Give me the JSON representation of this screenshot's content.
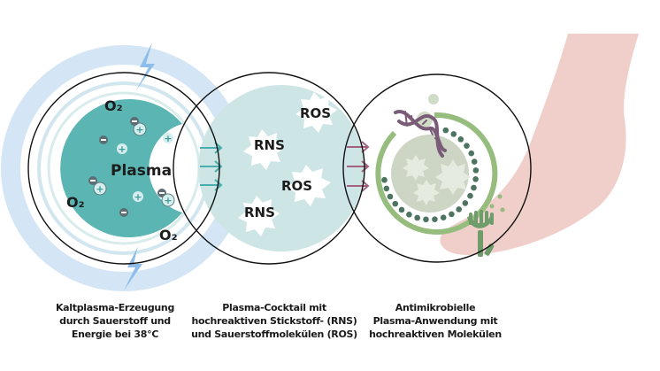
{
  "diagram": {
    "colors": {
      "outer_ring": "#d4e6f5",
      "plasma_fill": "#5bb5b3",
      "cocktail_fill": "#cde5e5",
      "teal_arrow": "#4aaeb0",
      "pink_arrow": "#a2627e",
      "bacterium_fill": "#cdd5c4",
      "bacterium_ring": "#97bd7e",
      "bacterium_dots": "#4d7361",
      "dna": "#7a5b78",
      "foot": "#f0cfca",
      "lightning": "#8fbde9"
    },
    "stage1": {
      "plasma_label": "Plasma",
      "oxygen_labels": [
        "O₂",
        "O₂",
        "O₂"
      ],
      "icons": [
        "lightning-bolt-icon",
        "ion-plus-icon",
        "ion-minus-icon"
      ]
    },
    "stage2": {
      "molecule_labels": [
        "ROS",
        "RNS",
        "ROS",
        "RNS"
      ]
    },
    "stage3": {
      "icons": [
        "bacterium-icon",
        "dna-icon",
        "fungus-icon",
        "foot-illustration"
      ]
    },
    "captions": [
      {
        "lines": [
          "Kaltplasma-Erzeugung",
          "durch Sauerstoff und",
          "Energie bei 38°C"
        ]
      },
      {
        "lines": [
          "Plasma-Cocktail mit",
          "hochreaktiven Stickstoff- (RNS)",
          "und Sauerstoffmolekülen (ROS)"
        ]
      },
      {
        "lines": [
          "Antimikrobielle",
          "Plasma-Anwendung mit",
          "hochreaktiven Molekülen"
        ]
      }
    ]
  }
}
